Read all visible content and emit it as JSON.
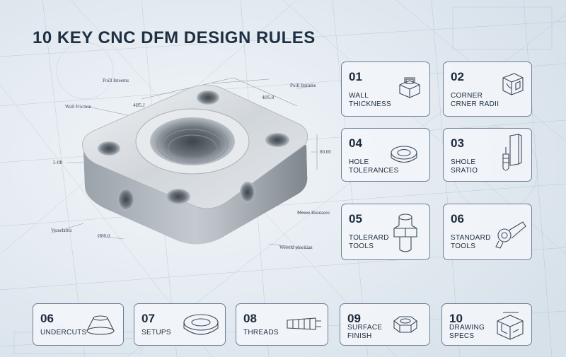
{
  "title": "10 KEY CNC DFM DESIGN RULES",
  "drawing_labels": {
    "top_left": "Poill Inteems",
    "wall": "Wall Friction",
    "top_dim": "4Ø5.J",
    "top_dim2": "4Ø5.8",
    "top_right": "Poill Imtinke",
    "side_left": "5-0ft",
    "right_dim": "80.00",
    "bottom_left": "Versclartts",
    "bottom_dim": "Ø80.0",
    "note_right": "Mesee Hontaees",
    "note_bottom": "Weeeld placitian"
  },
  "cards": [
    {
      "num": "01",
      "lines": [
        "WALL",
        "THICKNESS"
      ],
      "icon": "cube-icon"
    },
    {
      "num": "02",
      "lines": [
        "CORNER",
        "CRNER RADII"
      ],
      "icon": "corner-block-icon"
    },
    {
      "num": "04",
      "lines": [
        "HOLE",
        "TOLERANCES"
      ],
      "icon": "washer-icon"
    },
    {
      "num": "03",
      "lines": [
        "SHOLE",
        "SRATIO"
      ],
      "icon": "tool-slot-icon"
    },
    {
      "num": "05",
      "lines": [
        "TOLERARD",
        "TOOLS"
      ],
      "icon": "bolt-icon"
    },
    {
      "num": "06",
      "lines": [
        "STANDARD",
        "TOOLS"
      ],
      "icon": "wrench-icon"
    },
    {
      "num": "06",
      "lines": [
        "UNDERCUTS"
      ],
      "icon": "undercut-icon"
    },
    {
      "num": "07",
      "lines": [
        "SETUPS"
      ],
      "icon": "ring-icon"
    },
    {
      "num": "08",
      "lines": [
        "THREADS"
      ],
      "icon": "thread-icon"
    },
    {
      "num": "09",
      "lines": [
        "SURFACE",
        "FINISH"
      ],
      "icon": "hex-nut-icon"
    },
    {
      "num": "10",
      "lines": [
        "DRAWING",
        "SPECS"
      ],
      "icon": "drawing-box-icon"
    }
  ]
}
